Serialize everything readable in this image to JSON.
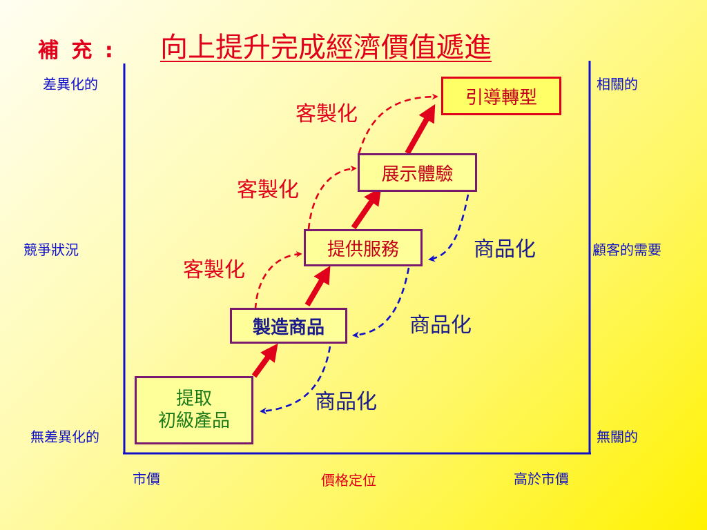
{
  "header": {
    "supplement": "補 充 :",
    "title": "向上提升完成經濟價值遞進"
  },
  "axes": {
    "left_top": "差異化的",
    "left_mid": "競爭狀況",
    "left_bottom": "無差異化的",
    "right_top": "相關的",
    "right_mid": "顧客的需要",
    "right_bottom": "無關的",
    "bottom_left": "市價",
    "bottom_mid": "價格定位",
    "bottom_right": "高於市價"
  },
  "stages": {
    "extract_line1": "提取",
    "extract_line2": "初級產品",
    "manufacture": "製造商品",
    "service": "提供服務",
    "experience": "展示體驗",
    "transformation": "引導轉型"
  },
  "labels": {
    "customize_1": "客製化",
    "customize_2": "客製化",
    "customize_3": "客製化",
    "commoditize_1": "商品化",
    "commoditize_2": "商品化",
    "commoditize_3": "商品化"
  },
  "colors": {
    "accent_red": "#e0001b",
    "axis_blue": "#1010c8",
    "box_yellow": "#ffff99",
    "box_border": "#7a1a6e"
  }
}
